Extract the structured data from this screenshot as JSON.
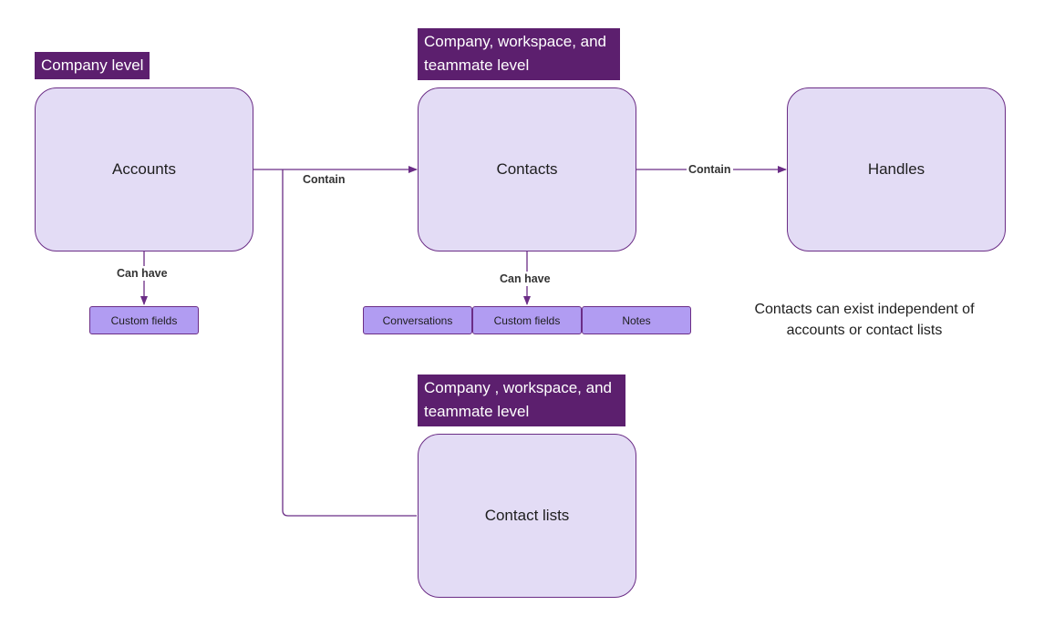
{
  "tags": {
    "accounts": "Company level",
    "contacts_line1": "Company, workspace, and",
    "contacts_line2": "teammate level",
    "lists_line1": "Company , workspace, and",
    "lists_line2": "teammate level"
  },
  "entities": {
    "accounts": "Accounts",
    "contacts": "Contacts",
    "handles": "Handles",
    "contact_lists": "Contact lists"
  },
  "edges": {
    "accounts_contain": "Contain",
    "contacts_contain": "Contain",
    "accounts_can_have": "Can have",
    "contacts_can_have": "Can have"
  },
  "attributes": {
    "accounts": [
      "Custom fields"
    ],
    "contacts": [
      "Conversations",
      "Custom fields",
      "Notes"
    ]
  },
  "note": {
    "line1": "Contacts can exist independent of",
    "line2": "accounts or contact lists"
  },
  "colors": {
    "tag_fill": "#5c1f6e",
    "entity_fill": "#e3dcf5",
    "border": "#6b2d86",
    "pill_fill": "#b19cf2"
  }
}
